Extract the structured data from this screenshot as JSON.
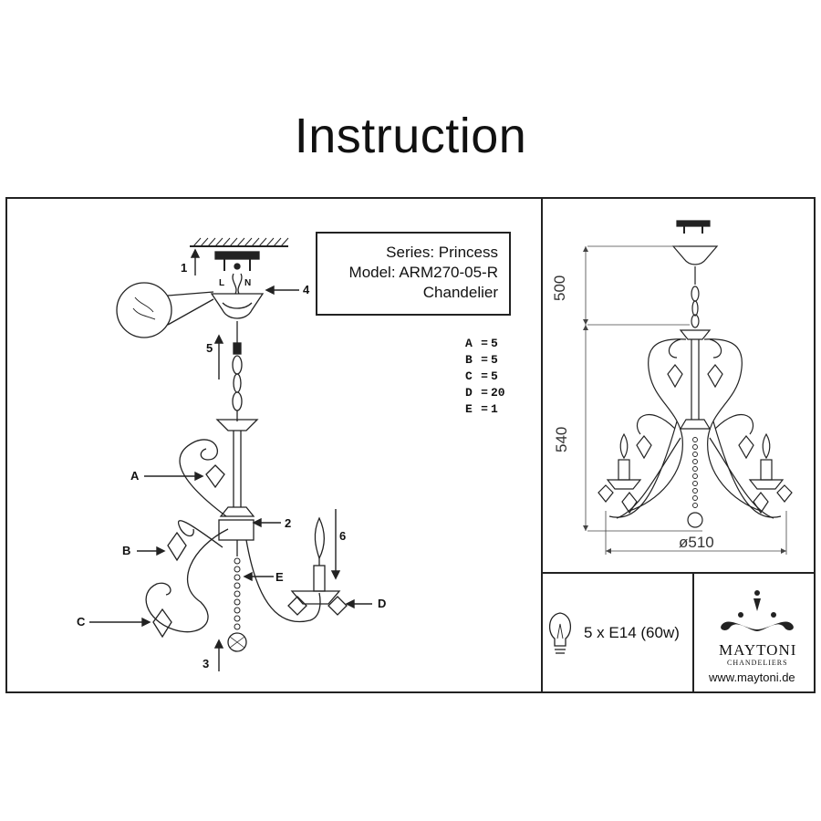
{
  "title": "Instruction",
  "info": {
    "series": "Series: Princess",
    "model": "Model: ARM270-05-R",
    "type": "Chandelier"
  },
  "legend": [
    {
      "key": "A",
      "eq": "=",
      "value": "5"
    },
    {
      "key": "B",
      "eq": "=",
      "value": "5"
    },
    {
      "key": "C",
      "eq": "=",
      "value": "5"
    },
    {
      "key": "D",
      "eq": "=",
      "value": "20"
    },
    {
      "key": "E",
      "eq": "=",
      "value": "1"
    }
  ],
  "step_labels": {
    "s1": "1",
    "s2": "2",
    "s3": "3",
    "s4": "4",
    "s5": "5",
    "s6": "6"
  },
  "part_labels": {
    "a": "A",
    "b": "B",
    "c": "C",
    "d": "D",
    "e": "E"
  },
  "wiring": {
    "l": "L",
    "n": "N"
  },
  "dimensions": {
    "top": "500",
    "height": "540",
    "diameter": "ø510"
  },
  "bulb": "5 x E14 (60w)",
  "brand": {
    "name": "MAYTONI",
    "sub": "CHANDELIERS",
    "url": "www.maytoni.de"
  }
}
